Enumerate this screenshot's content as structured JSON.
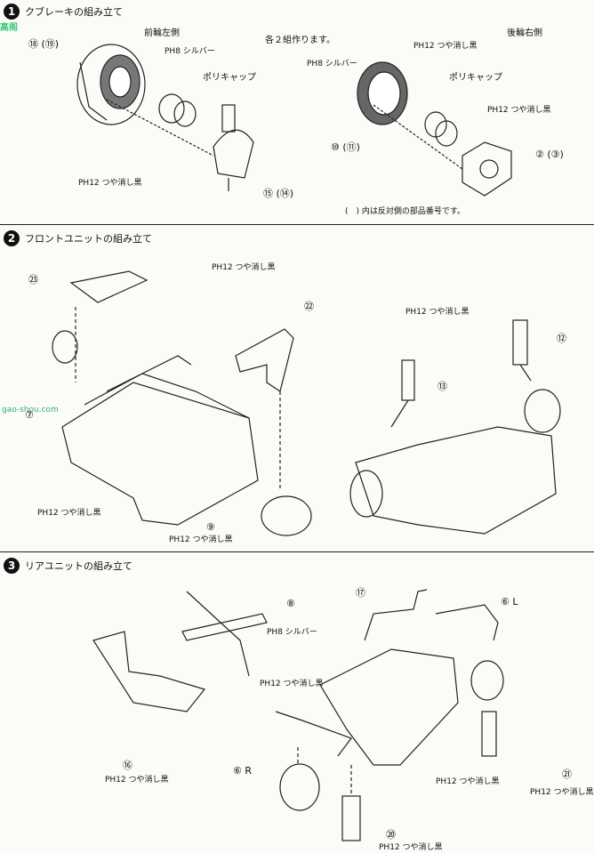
{
  "watermark": {
    "text1": "高阁",
    "text2": "gao.shou.com",
    "text3": "gao-shou.com"
  },
  "step1": {
    "num": "1",
    "title": "クブレーキの組み立て",
    "front_left": "前輪左側",
    "rear_right": "後輪右側",
    "make_two": "各２組作ります。",
    "silver_left": "PH8 シルバー",
    "silver_right": "PH8 シルバー",
    "black_top_right": "PH12 つや消し黒",
    "black_mid_right": "PH12 つや消し黒",
    "black_bottom_left": "PH12 つや消し黒",
    "polycap_left": "ポリキャップ",
    "polycap_right": "ポリキャップ",
    "part_18_19": "⑱ (⑲)",
    "part_10_11": "⑩ (⑪)",
    "part_15_14": "⑮ (⑭)",
    "part_2_3": "② (③)",
    "note": "(　) 内は反対側の部品番号です。"
  },
  "step2": {
    "num": "2",
    "title": "フロントユニットの組み立て",
    "black_top": "PH12 つや消し黒",
    "black_right": "PH12 つや消し黒",
    "black_left_bottom": "PH12 つや消し黒",
    "black_bottom": "PH12 つや消し黒",
    "part_23": "㉓",
    "part_22": "㉒",
    "part_7": "⑦",
    "part_9": "⑨",
    "part_13": "⑬",
    "part_12": "⑫"
  },
  "step3": {
    "num": "3",
    "title": "リアユニットの組み立て",
    "part_8": "⑧",
    "silver": "PH8 シルバー",
    "black_center": "PH12 つや消し黒",
    "part_16": "⑯",
    "black_left": "PH12 つや消し黒",
    "part_17": "⑰",
    "part_6L": "⑥ L",
    "part_6R": "⑥ R",
    "black_mid": "PH12 つや消し黒",
    "part_21": "㉑",
    "black_right": "PH12 つや消し黒",
    "part_20": "⑳",
    "black_bottom": "PH12 つや消し黒"
  }
}
